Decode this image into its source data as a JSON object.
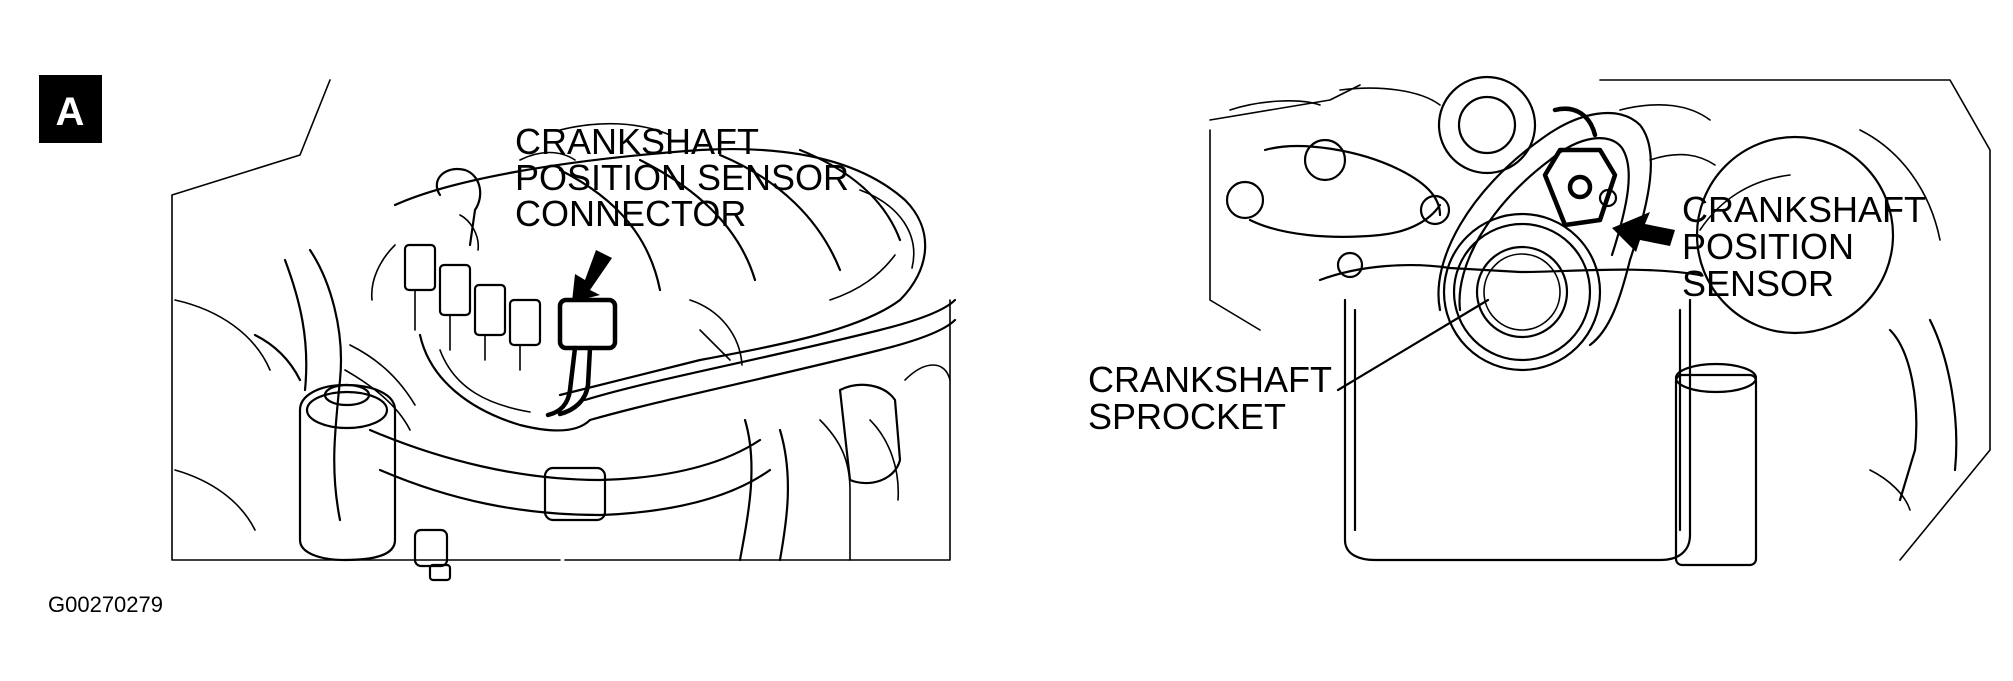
{
  "figure": {
    "badge": "A",
    "code": "G00270279",
    "left_panel": {
      "callout": [
        "CRANKSHAFT",
        "POSITION SENSOR",
        "CONNECTOR"
      ]
    },
    "right_panel": {
      "callout_sensor": [
        "CRANKSHAFT",
        "POSITION",
        "SENSOR"
      ],
      "callout_sprocket": [
        "CRANKSHAFT",
        "SPROCKET"
      ]
    }
  }
}
